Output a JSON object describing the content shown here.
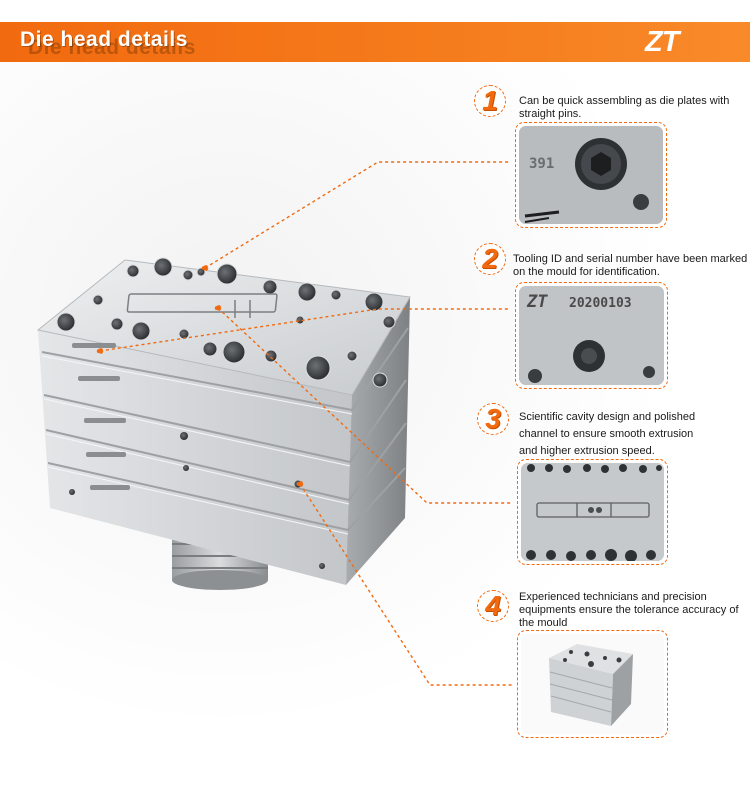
{
  "banner": {
    "title": "Die head  details",
    "brand": "ZT",
    "color": "#f26a0f"
  },
  "features": [
    {
      "number": "1",
      "text": "Can be quick assembling as die plates with straight pins.",
      "photo_text": "391"
    },
    {
      "number": "2",
      "text": "Tooling ID and serial number have been marked on the mould for identification.",
      "photo_brand": "ZT",
      "photo_serial": "20200103"
    },
    {
      "number": "3",
      "text_line1": "Scientific cavity design and polished",
      "text_line2": "channel to ensure smooth extrusion",
      "text_line3": "and higher extrusion  speed."
    },
    {
      "number": "4",
      "text": "Experienced technicians and precision equipments  ensure the tolerance accuracy of the mould"
    }
  ],
  "icons": {
    "photo1": "screw-closeup-photo",
    "photo2": "engraving-closeup-photo",
    "photo3": "cavity-closeup-photo",
    "photo4": "die-head-thumbnail-photo"
  }
}
